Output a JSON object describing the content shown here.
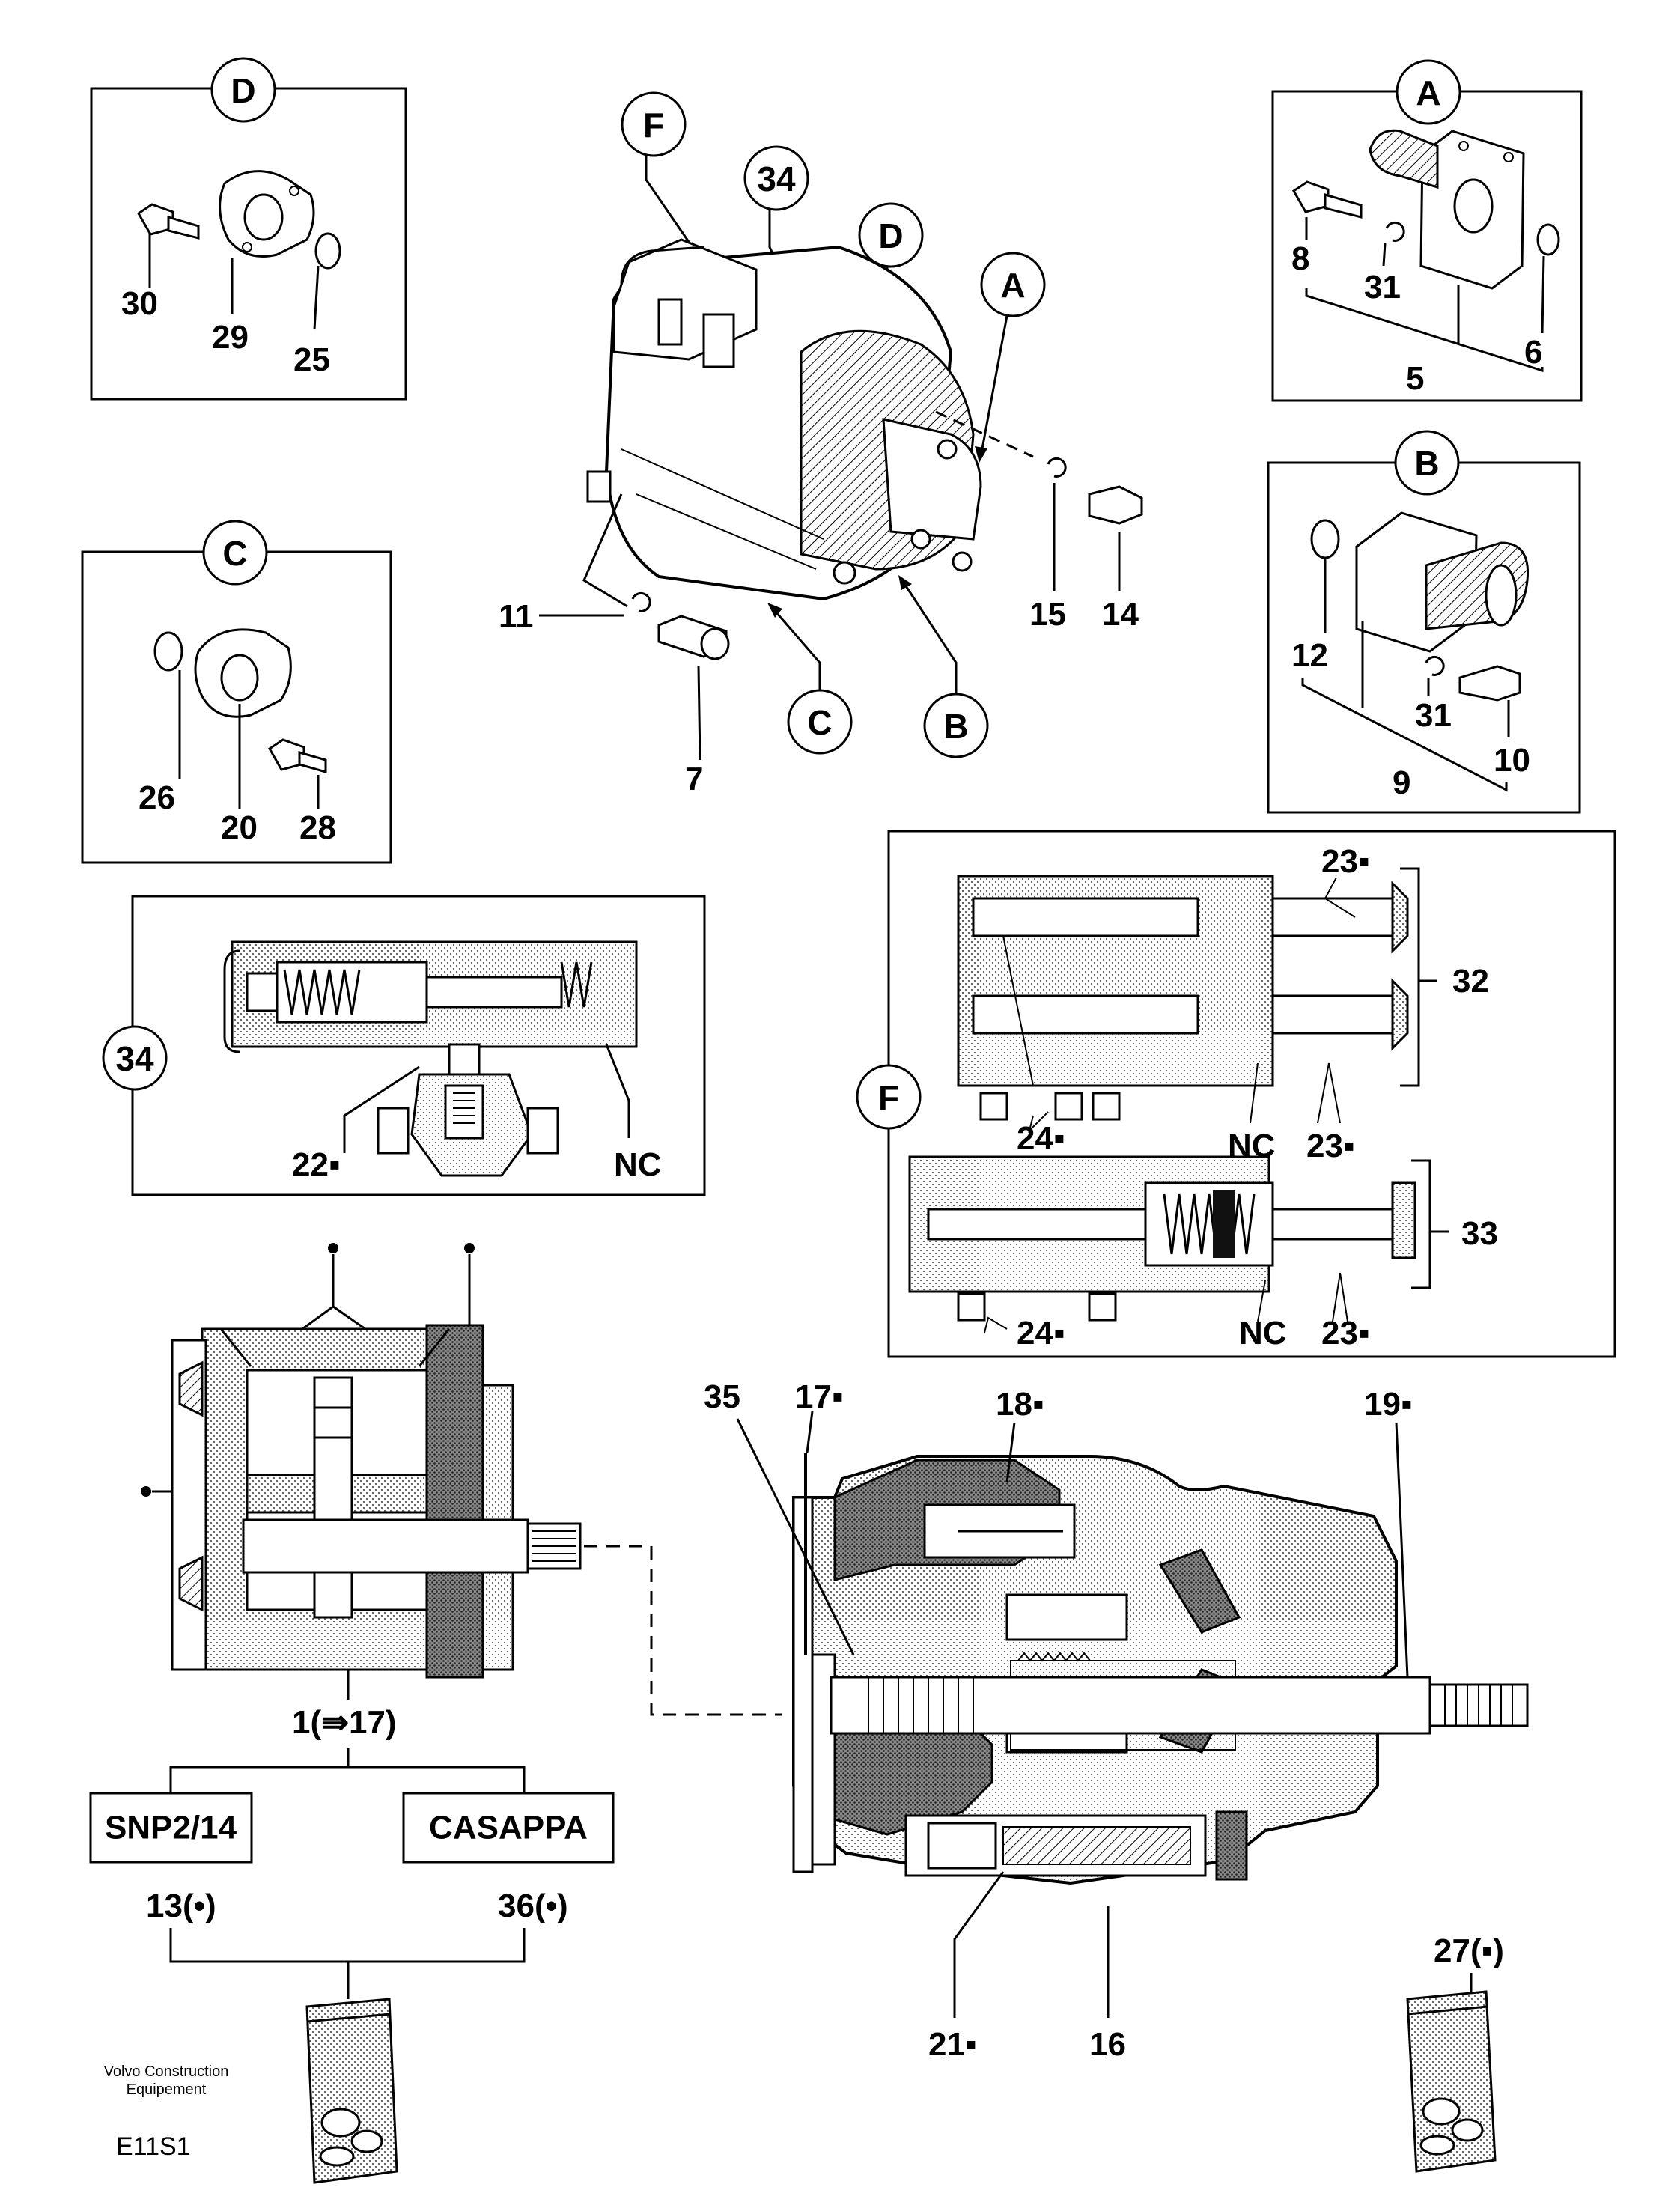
{
  "frames": {
    "D": {
      "letter": "D",
      "labels": [
        "30",
        "29",
        "25"
      ]
    },
    "A": {
      "letter": "A",
      "labels": [
        "8",
        "31",
        "5",
        "6"
      ]
    },
    "B": {
      "letter": "B",
      "labels": [
        "12",
        "31",
        "9",
        "10"
      ]
    },
    "C": {
      "letter": "C",
      "labels": [
        "26",
        "20",
        "28"
      ]
    },
    "P34": {
      "letter": "34",
      "labels": [
        "22▪",
        "NC"
      ]
    },
    "F": {
      "letter": "F",
      "labels": [
        "23▪",
        "32",
        "24▪",
        "NC",
        "23▪",
        "33",
        "24▪",
        "NC",
        "23▪"
      ]
    }
  },
  "assembly": {
    "callouts": [
      "F",
      "34",
      "D",
      "A",
      "C",
      "B"
    ],
    "labels": [
      "11",
      "7",
      "15",
      "14"
    ]
  },
  "gear_pump": {
    "label": "1(⇛17)",
    "box_left": "SNP2/14",
    "box_right": "CASAPPA",
    "label_left": "13(•)",
    "label_right": "36(•)"
  },
  "piston_pump": {
    "labels": [
      "35",
      "17▪",
      "18▪",
      "19▪",
      "21▪",
      "16"
    ],
    "kit_label": "27(▪)"
  },
  "footer": {
    "company_line1": "Volvo Construction",
    "company_line2": "Equipement",
    "code": "E11S1"
  }
}
